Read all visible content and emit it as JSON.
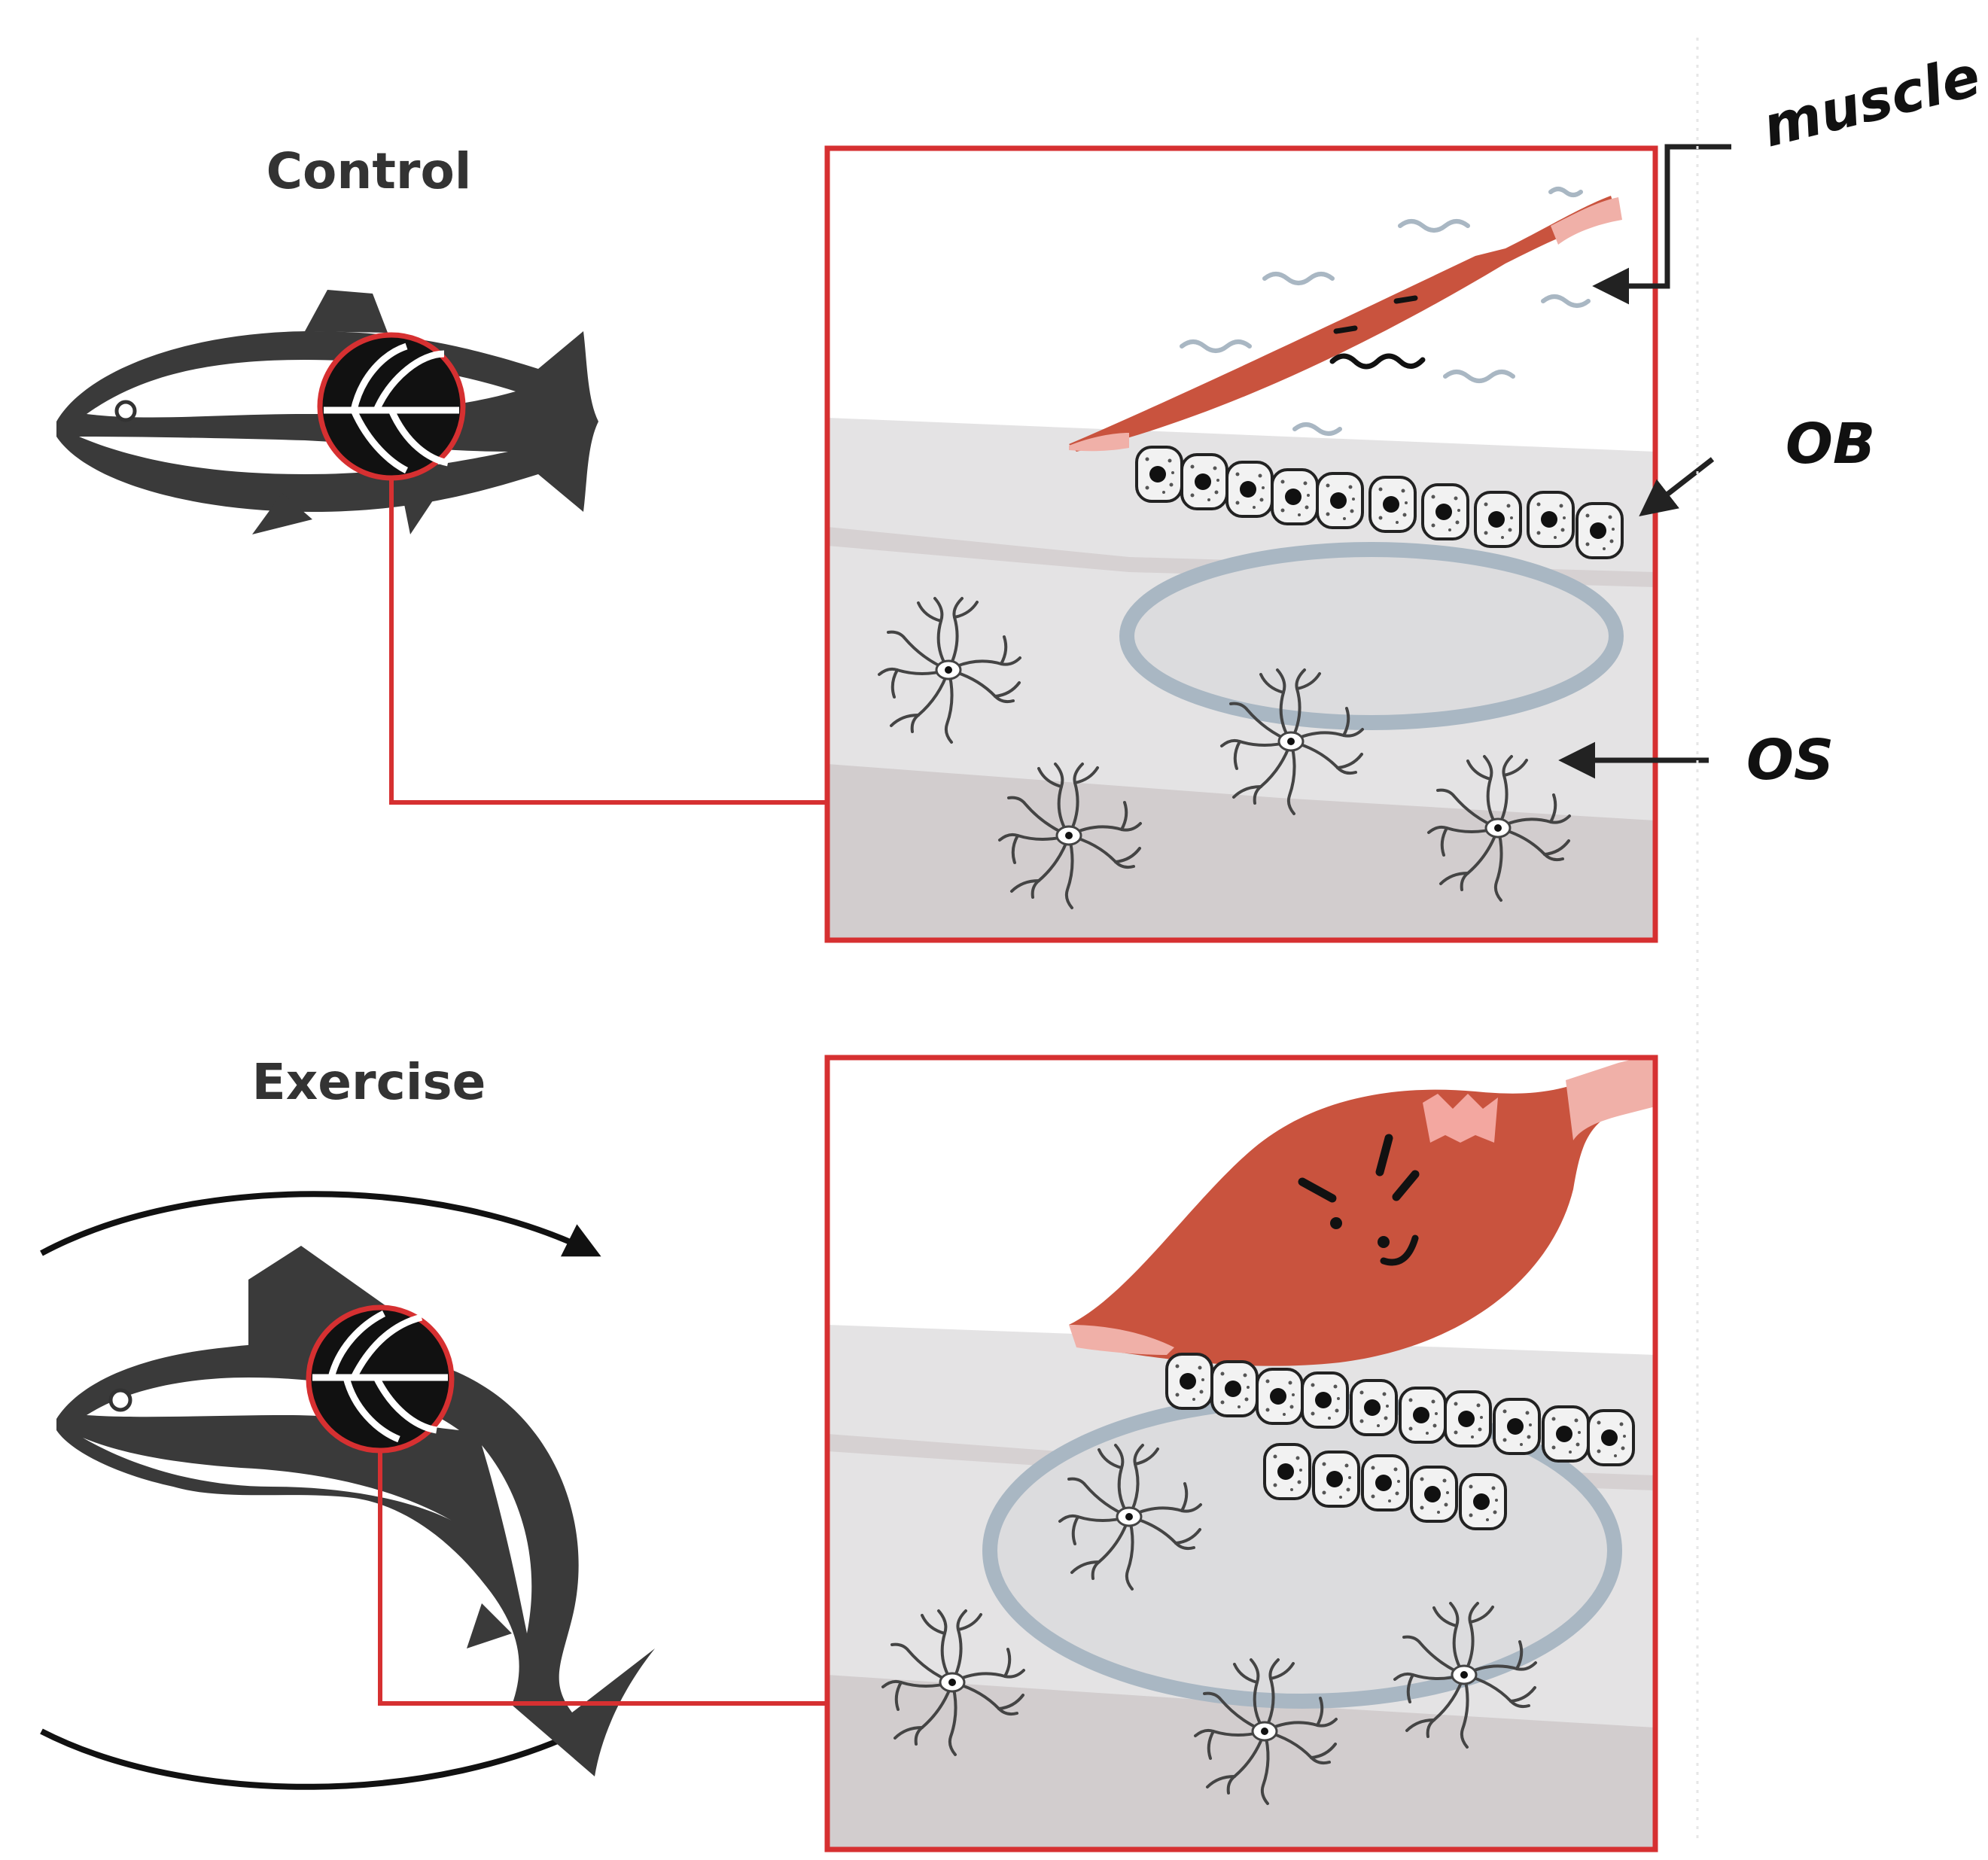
{
  "panels": {
    "control": {
      "title": "Control"
    },
    "exercise": {
      "title": "Exercise"
    }
  },
  "callouts": {
    "muscle": "muscle",
    "ob": "OB",
    "os": "OS"
  },
  "colors": {
    "frame": "#d63031",
    "muscle": "#c9533e",
    "muscle_tendon": "#f0b0a8",
    "bone_light": "#e4e3e4",
    "bone_dark": "#cfcbcc",
    "lacuna_ring": "#a9b7c3",
    "fish": "#333333"
  },
  "icons": {
    "muscle_control_face": "sad-face-icon",
    "muscle_exercise_face": "determined-face-icon",
    "swim_arrows": "curved-arrow-icon"
  }
}
